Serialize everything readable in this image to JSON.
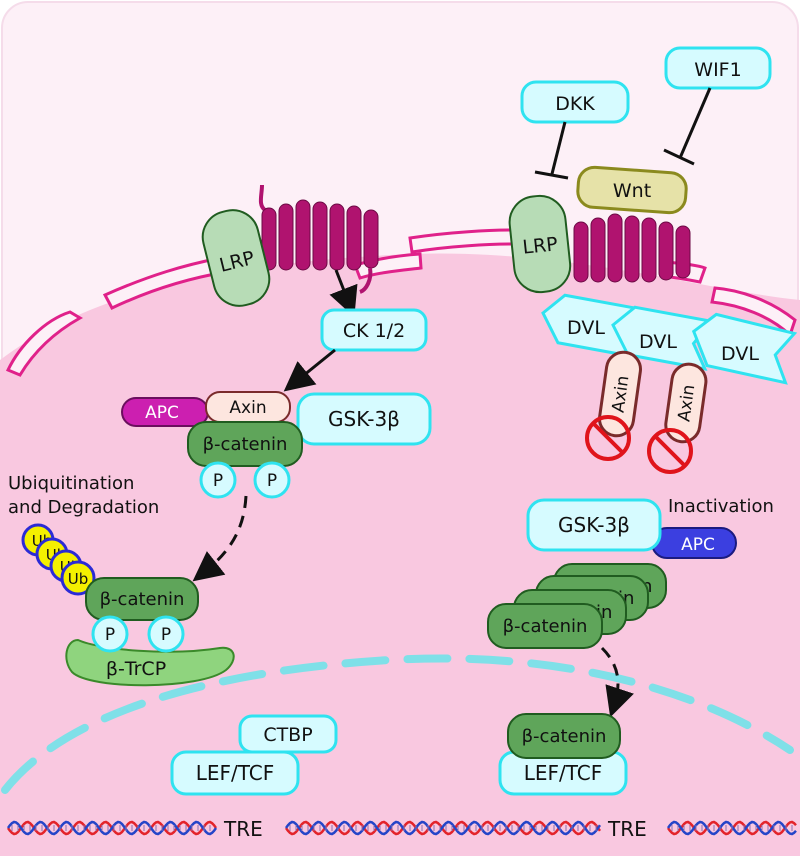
{
  "labels": {
    "lrp": "LRP",
    "ck12": "CK 1/2",
    "apc": "APC",
    "axin": "Axin",
    "gsk3b": "GSK-3β",
    "bcatenin": "β-catenin",
    "p": "P",
    "ub": "Ub",
    "ubiquitination_line1": "Ubiquitination",
    "ubiquitination_line2": "and Degradation",
    "btrcp": "β-TrCP",
    "ctbp": "CTBP",
    "leftcf": "LEF/TCF",
    "tre": "TRE",
    "dkk": "DKK",
    "wif1": "WIF1",
    "wnt": "Wnt",
    "dvl": "DVL",
    "inactivation": "Inactivation"
  },
  "colors": {
    "background": "#fdf0f7",
    "cytoplasm": "#f9c8e0",
    "membrane": "#e0218a",
    "receptor": "#b0136f",
    "cyan_box": "#d6fbff",
    "cyan_stroke": "#2fe3f0",
    "green_fill": "#5fa55a",
    "green_stroke": "#205c20",
    "lrp_fill": "#b7dcb6",
    "apc_magenta": "#cc1fb0",
    "apc_blue": "#3b3fe0",
    "axin_fill": "#fde6df",
    "axin_stroke": "#7a2b2b",
    "wnt_fill": "#e6e2a8",
    "wnt_stroke": "#8b8a1e",
    "ub_fill": "#f4f000",
    "ub_stroke": "#2b2bd6",
    "nucleus_dash": "#7fe0e8",
    "btrcp_fill": "#8fd47e",
    "inhibit_red": "#e0141b",
    "dna_red": "#e3242b",
    "dna_blue": "#2545c8"
  }
}
